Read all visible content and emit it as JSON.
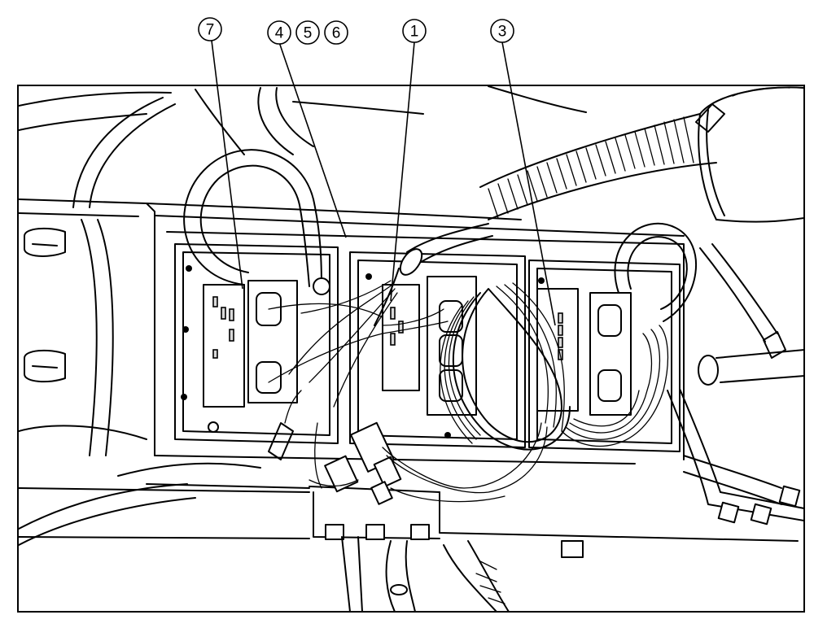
{
  "callouts": [
    {
      "label": "7"
    },
    {
      "label": "4"
    },
    {
      "label": "5"
    },
    {
      "label": "6"
    },
    {
      "label": "1"
    },
    {
      "label": "3"
    }
  ]
}
